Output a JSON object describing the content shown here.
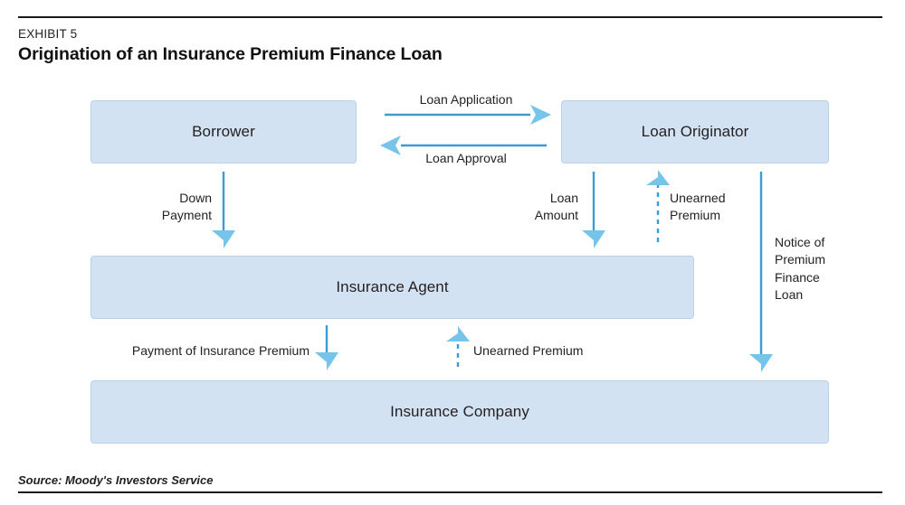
{
  "exhibit": {
    "label": "EXHIBIT 5",
    "title": "Origination of an Insurance Premium Finance Loan"
  },
  "source": "Source: Moody's Investors Service",
  "colors": {
    "node_fill": "#d3e2f2",
    "node_border": "#b9d2ea",
    "line": "#3d9bd1",
    "arrowhead": "#76c4ea",
    "rule": "#1a1a1a",
    "text": "#231f20"
  },
  "diagram": {
    "type": "flowchart",
    "nodes": [
      {
        "id": "borrower",
        "label": "Borrower"
      },
      {
        "id": "originator",
        "label": "Loan Originator"
      },
      {
        "id": "agent",
        "label": "Insurance Agent"
      },
      {
        "id": "company",
        "label": "Insurance Company"
      }
    ],
    "edges": [
      {
        "id": "loan-application",
        "label": "Loan Application",
        "from": "borrower",
        "to": "originator",
        "direction": "right",
        "style": "solid"
      },
      {
        "id": "loan-approval",
        "label": "Loan Approval",
        "from": "originator",
        "to": "borrower",
        "direction": "left",
        "style": "solid"
      },
      {
        "id": "down-payment",
        "label": "Down\nPayment",
        "from": "borrower",
        "to": "agent",
        "direction": "down",
        "style": "solid"
      },
      {
        "id": "loan-amount",
        "label": "Loan\nAmount",
        "from": "originator",
        "to": "agent",
        "direction": "down",
        "style": "solid"
      },
      {
        "id": "unearned-premium-top",
        "label": "Unearned\nPremium",
        "from": "agent",
        "to": "originator",
        "direction": "up",
        "style": "dashed"
      },
      {
        "id": "notice-of-premium-finance-loan",
        "label": "Notice of\nPremium\nFinance\nLoan",
        "from": "originator",
        "to": "company",
        "direction": "down",
        "style": "solid"
      },
      {
        "id": "payment-of-insurance-premium",
        "label": "Payment of Insurance Premium",
        "from": "agent",
        "to": "company",
        "direction": "down",
        "style": "solid"
      },
      {
        "id": "unearned-premium-bottom",
        "label": "Unearned Premium",
        "from": "company",
        "to": "agent",
        "direction": "up",
        "style": "dashed"
      }
    ]
  }
}
